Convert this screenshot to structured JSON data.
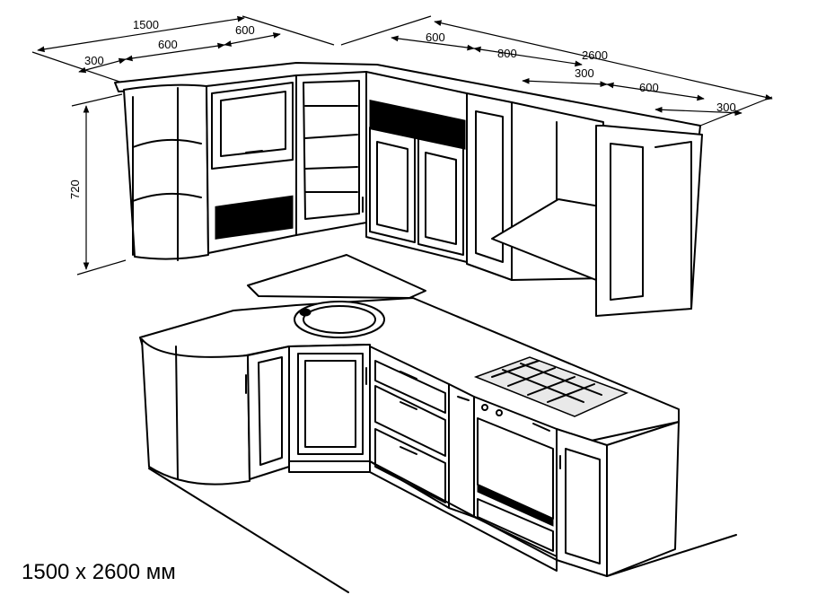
{
  "caption": "1500 x 2600 мм",
  "dimensions": {
    "left_total": "1500",
    "left_seg_300": "300",
    "left_seg_600a": "600",
    "left_seg_600b": "600",
    "right_total": "2600",
    "right_seg_600": "600",
    "right_seg_800": "800",
    "right_seg_300a": "300",
    "right_seg_600b": "600",
    "right_seg_300b": "300",
    "height": "720"
  },
  "colors": {
    "line": "#000000",
    "background": "#ffffff"
  }
}
